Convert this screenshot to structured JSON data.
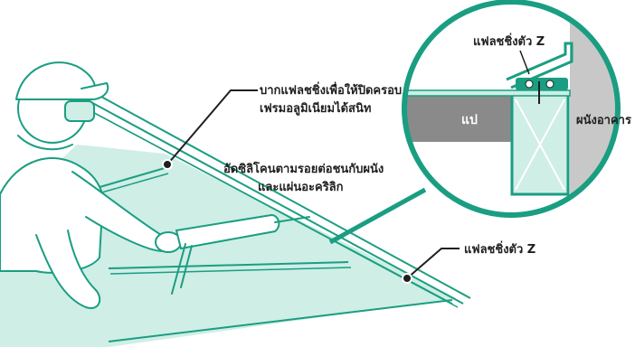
{
  "colors": {
    "accent": "#1a9e82",
    "panel": "#cfeee6",
    "panel_dark": "#a9ddd0",
    "wall": "#c8c8c8",
    "beam": "#8a8a8a",
    "line": "#1f1f1f"
  },
  "labels": {
    "z_flashing_callout": "แฟลชชิ่งตัว Z",
    "flashing_cover": "บากแฟลชชิ่งเพื่อให้ปิดครอบ",
    "flashing_cover_2": "เฟรมอลูมิเนียมได้สนิท",
    "silicone": "อัดซิลิโคนตามรอยต่อชนกับผนัง",
    "silicone_2": "และแผ่นอะคริลิก",
    "z_flashing_bottom": "แฟลชชิ่งตัว Z",
    "purlin": "แป",
    "building_wall": "ผนังอาคาร"
  },
  "icons": [
    "worker-figure",
    "caulking-gun-icon",
    "z-flashing-detail-icon",
    "leader-dot-icon"
  ]
}
